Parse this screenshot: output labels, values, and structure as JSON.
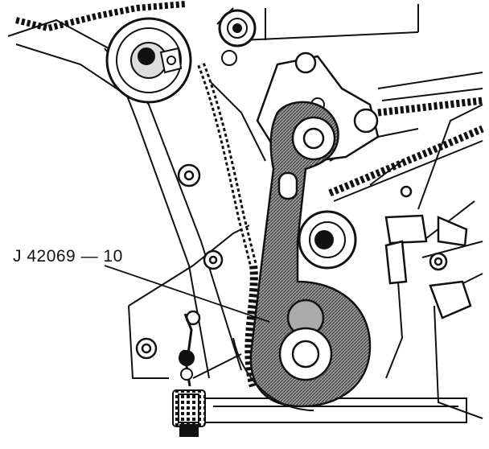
{
  "figure": {
    "callout_label": "J 42069 — 10"
  },
  "parts": [
    {
      "name": "upper-left-idler-pulley"
    },
    {
      "name": "upper-idler-pulley"
    },
    {
      "name": "tensioner-pulley"
    },
    {
      "name": "lower-idler-pulley"
    },
    {
      "name": "crankshaft-pulley"
    },
    {
      "name": "timing-belt"
    },
    {
      "name": "special-tool"
    },
    {
      "name": "adjuster-bolt"
    }
  ],
  "colors": {
    "ink": "#111111",
    "paper": "#ffffff",
    "tool_fill": "#8a8a8a"
  }
}
